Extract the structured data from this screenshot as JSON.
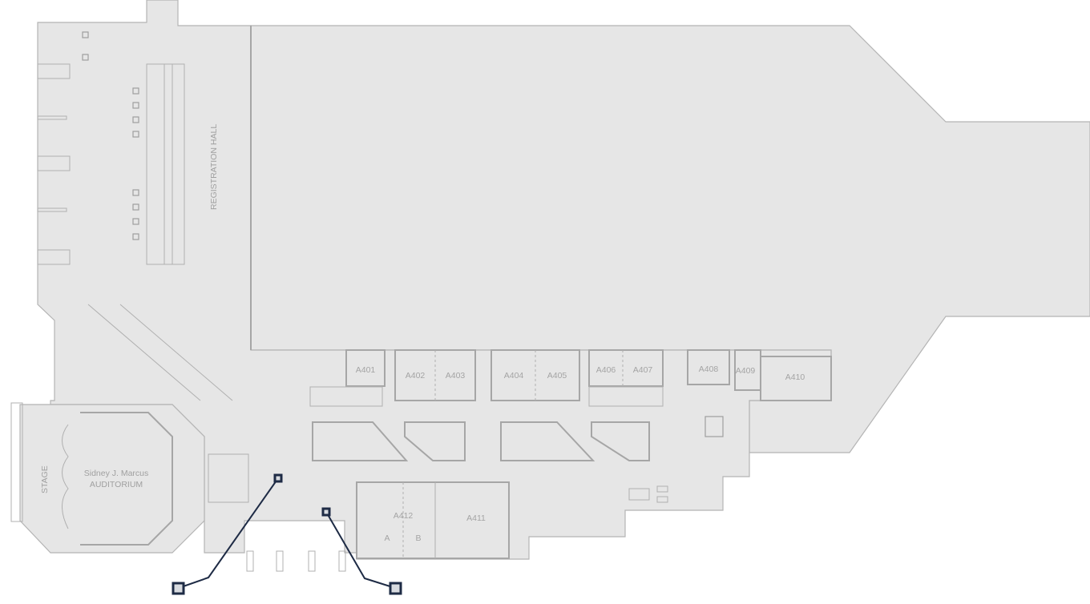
{
  "map": {
    "halls": {
      "registration": "REGISTRATION HALL",
      "auditorium_line1": "Sidney J. Marcus",
      "auditorium_line2": "AUDITORIUM",
      "stage": "STAGE"
    },
    "rooms": [
      "A401",
      "A402",
      "A403",
      "A404",
      "A405",
      "A406",
      "A407",
      "A408",
      "A409",
      "A410",
      "A411",
      "A412"
    ],
    "subrooms": [
      "A",
      "B"
    ],
    "colors": {
      "floor": "#e6e6e6",
      "walls": "#a6a6a6",
      "marker": "#1e2b45"
    }
  }
}
